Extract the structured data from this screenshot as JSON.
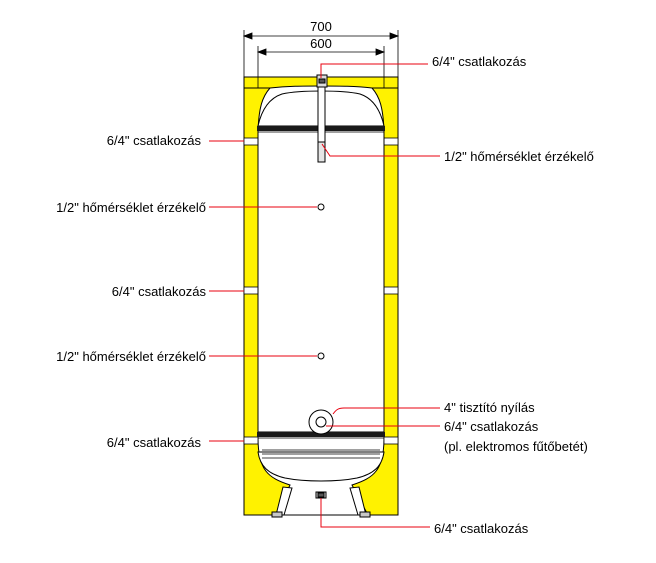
{
  "dimensions": {
    "outer_width": "700",
    "inner_width": "600"
  },
  "labels": {
    "top_connection": "6/4\" csatlakozás",
    "top_sensor_right": "1/2\" hőmérséklet érzékelő",
    "left_connection_upper": "6/4\" csatlakozás",
    "left_sensor_upper": "1/2\" hőmérséklet érzékelő",
    "left_connection_middle": "6/4\" csatlakozás",
    "left_sensor_lower": "1/2\" hőmérséklet érzékelő",
    "cleaning_opening": "4\" tisztító nyílás",
    "cleaning_connection_line1": "6/4\" csatlakozás",
    "cleaning_connection_line2": "(pl. elektromos fűtőbetét)",
    "left_connection_lower": "6/4\" csatlakozás",
    "bottom_connection": "6/4\" csatlakozás"
  },
  "colors": {
    "insulation": "#fff200",
    "leader": "#e8000f",
    "outline": "#000000"
  }
}
